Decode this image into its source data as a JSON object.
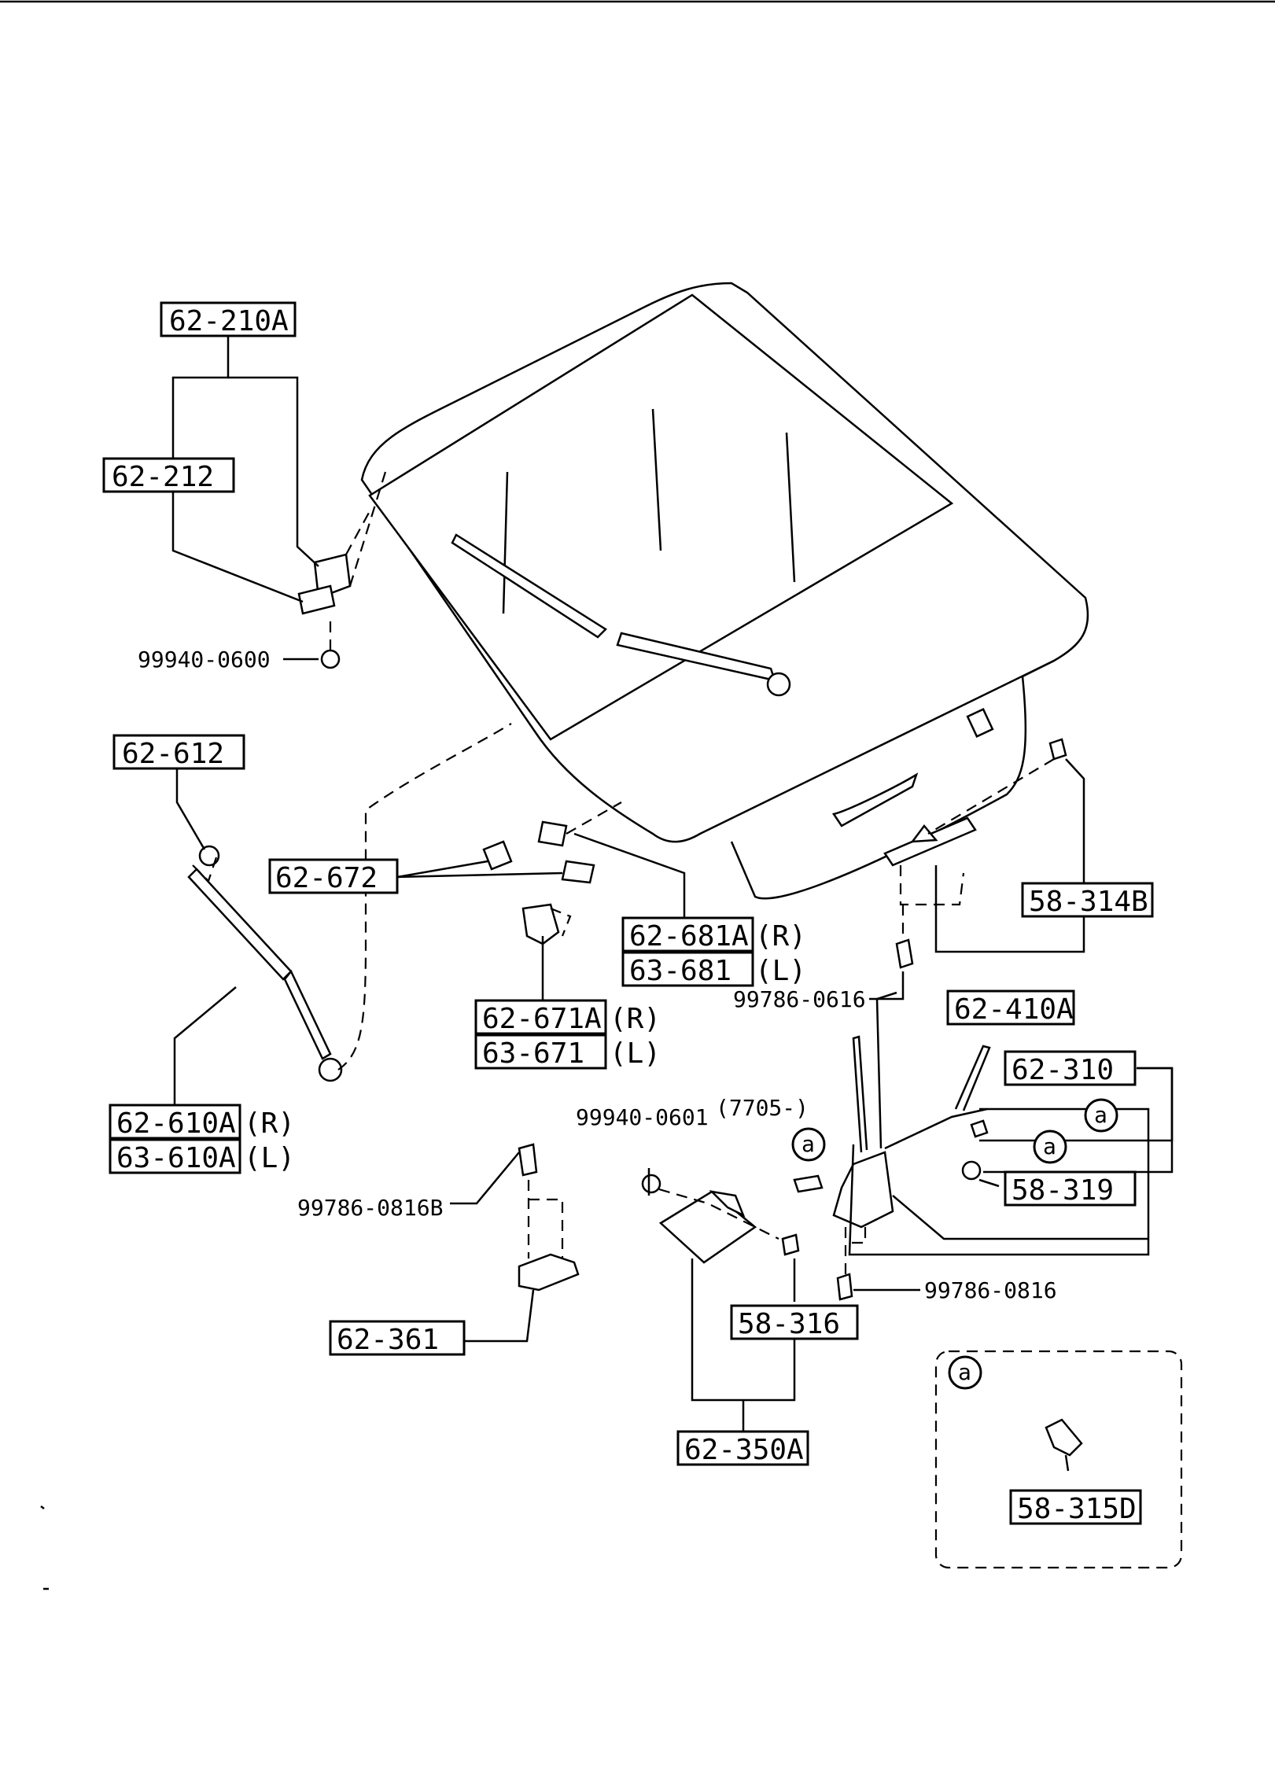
{
  "labels": {
    "p62_210A": "62-210A",
    "p62_212": "62-212",
    "p99940_0600": "99940-0600",
    "p62_612": "62-612",
    "p62_672": "62-672",
    "p62_681A": "62-681A",
    "p63_681": "63-681",
    "p62_671A": "62-671A",
    "p63_671": "63-671",
    "p62_610A": "62-610A",
    "p63_610A": "63-610A",
    "p58_314B": "58-314B",
    "p99786_0616": "99786-0616",
    "p62_410A": "62-410A",
    "p62_310": "62-310",
    "p58_319": "58-319",
    "p99940_0601": "99940-0601",
    "p7705": "(7705-)",
    "p99786_0816B": "99786-0816B",
    "p99786_0816": "99786-0816",
    "p62_361": "62-361",
    "p58_316": "58-316",
    "p62_350A": "62-350A",
    "p58_315D": "58-315D",
    "side_R": "(R)",
    "side_L": "(L)",
    "ref_a": "a"
  }
}
